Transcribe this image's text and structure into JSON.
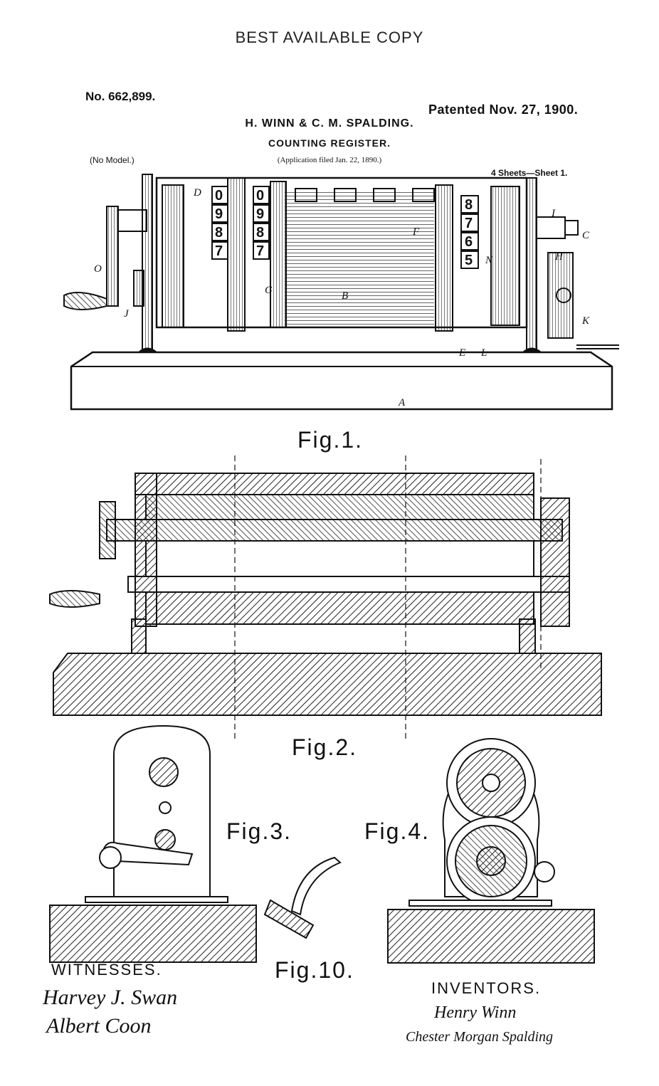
{
  "header": {
    "stamp": "BEST AVAILABLE COPY",
    "patent_number": "No. 662,899.",
    "patented": "Patented Nov. 27, 1900.",
    "inventors_title": "H. WINN & C. M. SPALDING.",
    "title": "COUNTING REGISTER.",
    "application": "(Application filed Jan. 22, 1890.)",
    "no_model": "(No Model.)",
    "sheets": "4 Sheets—Sheet 1."
  },
  "figures": {
    "fig1": "Fig.1.",
    "fig2": "Fig.2.",
    "fig3": "Fig.3.",
    "fig4": "Fig.4.",
    "fig10": "Fig.10."
  },
  "fig1_labels": {
    "counter_left": [
      "0",
      "9",
      "8",
      "7"
    ],
    "counter_mid": [
      "0",
      "9",
      "8",
      "7"
    ],
    "counter_right": [
      "8",
      "7",
      "6",
      "5"
    ],
    "refs": [
      "A",
      "B",
      "C",
      "O",
      "J",
      "K",
      "L",
      "E",
      "N",
      "I",
      "H",
      "G",
      "F",
      "D"
    ]
  },
  "footer": {
    "witnesses_label": "WITNESSES.",
    "inventors_label": "INVENTORS.",
    "witness_1": "Harvey J. Swan",
    "witness_2": "Albert Coon",
    "inventor_1": "Henry Winn",
    "inventor_2": "Chester Morgan Spalding"
  }
}
